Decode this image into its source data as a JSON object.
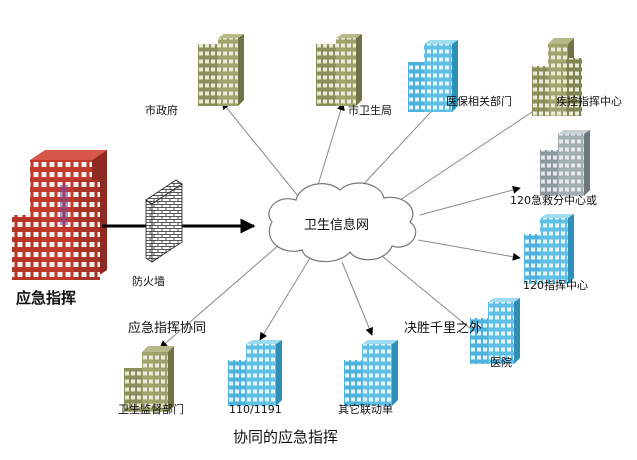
{
  "diagram": {
    "title": "协同的应急指挥",
    "center": {
      "label": "卫生信息网"
    },
    "source": {
      "label": "应急指挥"
    },
    "firewall": {
      "label": "防火墙"
    },
    "overlay_texts": {
      "left": "应急指挥协同",
      "right": "决胜千里之外"
    },
    "nodes": {
      "city_gov": {
        "label": "市政府"
      },
      "city_health": {
        "label": "市卫生局"
      },
      "medical_insurance": {
        "label": "医保相关部门"
      },
      "cdc": {
        "label": "疾控指挥中心"
      },
      "rescue_120": {
        "label": "120急救分中心或"
      },
      "command_120": {
        "label": "120指挥中心"
      },
      "hospital": {
        "label": "医院"
      },
      "other_units": {
        "label": "其它联动单"
      },
      "police_110": {
        "label": "110/1191"
      },
      "health_supervision": {
        "label": "卫生监督部门"
      }
    },
    "colors": {
      "red_building": "#c0392b",
      "olive_building": "#8a8f5a",
      "cyan_building": "#4cb3dc",
      "gray_building": "#8e9aa0",
      "line": "#888888",
      "thick_arrow": "#000000"
    }
  }
}
